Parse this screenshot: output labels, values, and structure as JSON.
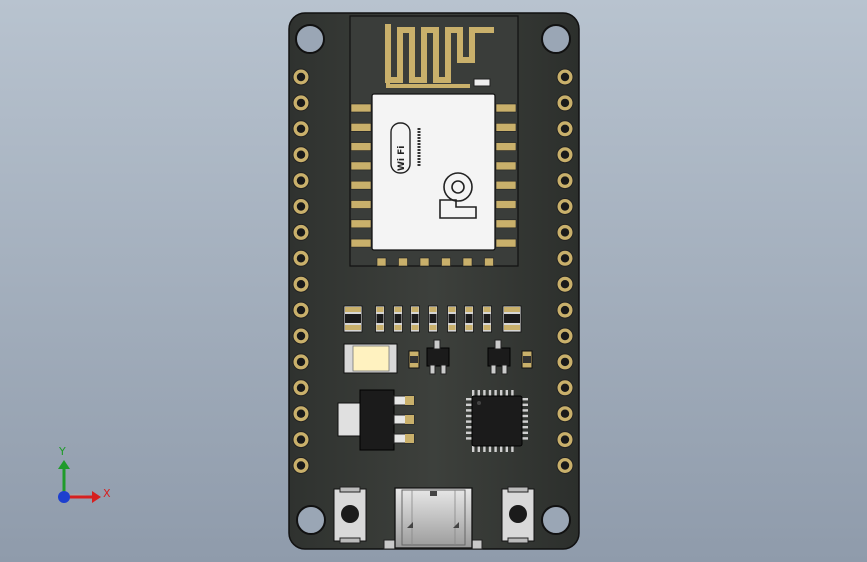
{
  "view": {
    "background_top": "#b8c3cf",
    "background_bottom": "#8f9bab"
  },
  "board": {
    "pcb_color": "#3b3e3a",
    "pin_header_left_count": 16,
    "pin_header_right_count": 16,
    "pad_color": "#c9b06b"
  },
  "wifi_module": {
    "shield_color": "#f4f4f4",
    "logo_text": "Wi Fi",
    "antenna_color": "#c9b06b",
    "castellated_pads_side": 8,
    "castellated_pads_bottom": 6
  },
  "components": {
    "led_color": "#fff2c0",
    "chip_color": "#1b1b1b",
    "button_color": "#2a2a2a"
  },
  "triad": {
    "x_label": "X",
    "y_label": "Y",
    "x_color": "#d62020",
    "y_color": "#1f9b2a",
    "z_color": "#1d3fcf"
  }
}
